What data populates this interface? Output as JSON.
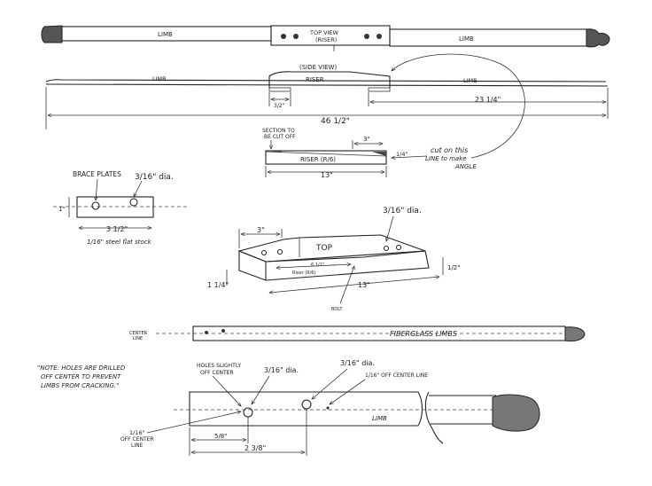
{
  "top_view": {
    "limb_left_label": "LIMB",
    "riser_label_1": "TOP VIEW",
    "riser_label_2": "(RISER)",
    "limb_right_label": "LIMB"
  },
  "side_view": {
    "view_label": "(SIDE VIEW)",
    "riser_label": "RISER",
    "limb_left_label": "LIMB",
    "limb_right_label": "LIMB",
    "dim_overlap": "3/2\"",
    "dim_limb": "23 1/4\"",
    "dim_overall": "46 1/2\""
  },
  "riser_detail": {
    "section_note_1": "SECTION TO",
    "section_note_2": "BE CUT OFF",
    "riser_label": "RISER (R/6)",
    "dim_top": "3\"",
    "dim_height": "1/4\"",
    "dim_length": "13\"",
    "cut_note_1": "cut on this",
    "cut_note_2": "LINE to make",
    "cut_note_3": "ANGLE"
  },
  "brace_plates": {
    "title": "BRACE PLATES",
    "hole_label": "3/16\" dia.",
    "dim_height": "1\"",
    "dim_length": "3 1/2\"",
    "material": "1/16\" steel flat stock"
  },
  "riser_3d": {
    "hole_label": "3/16\" dia.",
    "dim_width": "3\"",
    "top_label": "TOP",
    "inner_dim": "6 1/2\"",
    "inner_label": "Riser (R/6)",
    "dim_thickness": "1 1/4\"",
    "dim_height": "1/2\"",
    "dim_length": "13\"",
    "bolt_label": "BOLT"
  },
  "fiberglass": {
    "center_line_1": "CENTER",
    "center_line_2": "LINE",
    "limbs_label": "FIBERGLASS LIMBS"
  },
  "detail": {
    "note_lines": [
      "\"NOTE: HOLES ARE DRILLED",
      "OFF CENTER TO PREVENT",
      "LIMBS FROM CRACKING.\""
    ],
    "holes_offset_1": "HOLES SLIGHTLY",
    "holes_offset_2": "OFF CENTER",
    "hole_dia_1": "3/16\" dia.",
    "hole_dia_2": "3/16\" dia.",
    "off_center_right": "1/16\" OFF CENTER LINE",
    "off_center_left_1": "1/16\"",
    "off_center_left_2": "OFF CENTER",
    "off_center_left_3": "LINE",
    "limb_label": "LIMB",
    "dim_first_hole": "5/8\"",
    "dim_second_hole": "2 3/8\""
  }
}
